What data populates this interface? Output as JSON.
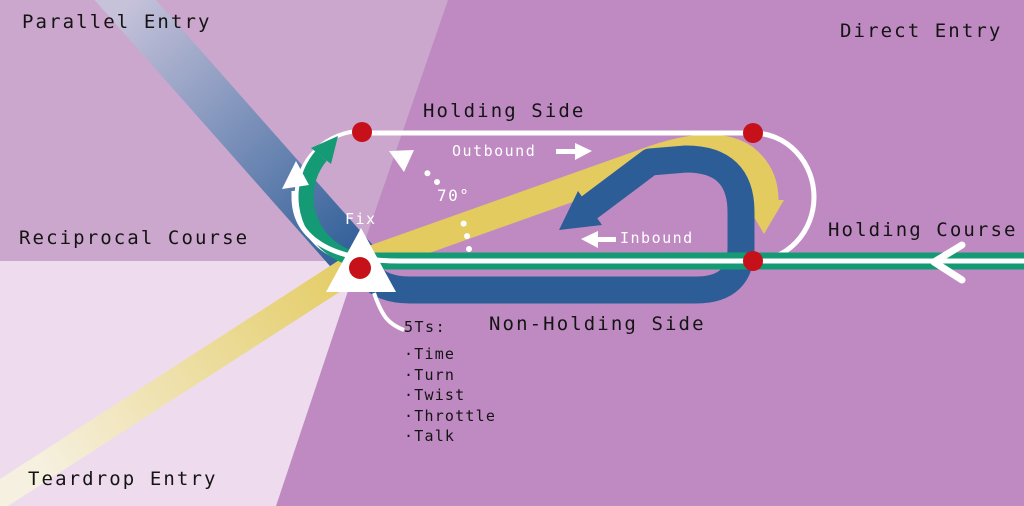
{
  "labels": {
    "parallel_entry": "Parallel Entry",
    "direct_entry": "Direct Entry",
    "teardrop_entry": "Teardrop Entry",
    "reciprocal_course": "Reciprocal Course",
    "holding_course": "Holding Course",
    "holding_side": "Holding Side",
    "non_holding_side": "Non-Holding Side",
    "outbound": "Outbound",
    "inbound": "Inbound",
    "fix": "Fix",
    "angle": "70°",
    "five_ts": {
      "heading": "5Ts:",
      "items": [
        "·Time",
        "·Turn",
        "·Twist",
        "·Throttle",
        "·Talk"
      ]
    }
  },
  "colors": {
    "sector_direct": "#bf8ac1",
    "sector_parallel": "#cba6cd",
    "sector_teardrop": "#eedcee",
    "course_green": "#149a74",
    "entry_blue": "#2d5d97",
    "entry_blue_faded": "#c6c2da",
    "entry_yellow": "#e3cb60",
    "entry_yellow_faded": "#f6f0e0",
    "fix_red": "#c6111b",
    "line_white": "#ffffff",
    "text_black": "#141414"
  }
}
